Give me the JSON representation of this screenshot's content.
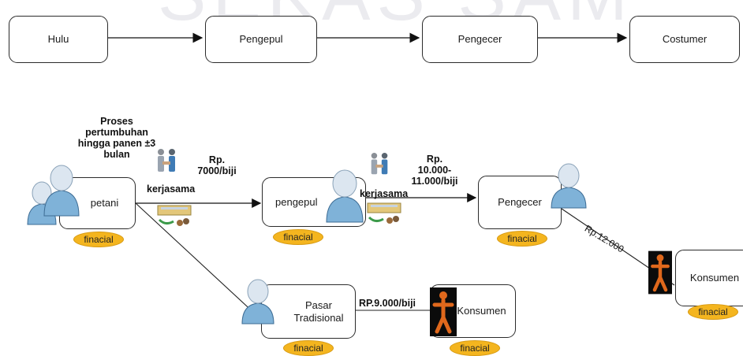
{
  "watermark": "SEKAS SAM",
  "top_flow": {
    "nodes": [
      "Hulu",
      "Pengepul",
      "Pengecer",
      "Costumer"
    ]
  },
  "network": {
    "petani": "petani",
    "pengepul": "pengepul",
    "pengecer": "Pengecer",
    "pasar_tradisional": "Pasar\nTradisional",
    "konsumen_bottom": "Konsumen",
    "konsumen_right": "Konsumen",
    "badge": "finacial"
  },
  "labels": {
    "proses": "Proses\npertumbuhan\nhingga panen ±3\nbulan",
    "price_petani": "Rp.\n7000/biji",
    "kerjasama_1": "kerjasama",
    "kerjasama_2": "kerjasama",
    "price_pengepul": "Rp.\n10.000-\n11.000/biji",
    "price_pasar": "RP.9.000/biji",
    "price_pengecer": "Rp.12.000"
  },
  "colors": {
    "badge_fill": "#f4b51f",
    "person_shirt": "#7fb2d8",
    "person_skin": "#dce6f0",
    "figure_orange": "#e0681c"
  },
  "icons": [
    "person-icon",
    "handshake-icon",
    "goods-transfer-icon",
    "consumer-figure-icon"
  ]
}
